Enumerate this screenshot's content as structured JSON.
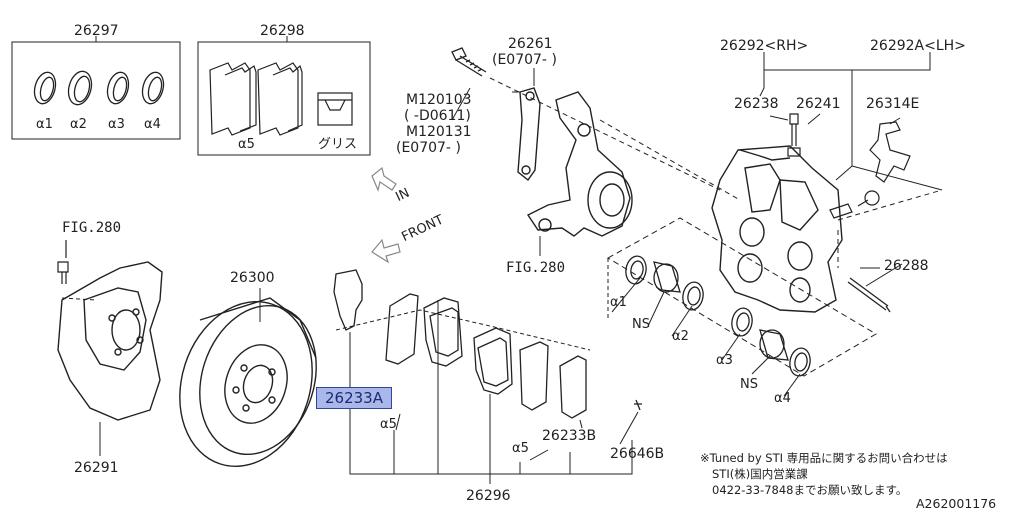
{
  "part_labels": {
    "p26297": "26297",
    "p26298": "26298",
    "p26261": "26261",
    "p26261_code": "(E0707- )",
    "bolt_code1": "M120103",
    "bolt_code2": "( -D0611)",
    "bolt_code3": "M120131",
    "bolt_code4": "(E0707- )",
    "p26292": "26292<RH>",
    "p26292a": "26292A<LH>",
    "p26238": "26238",
    "p26241": "26241",
    "p26314e": "26314E",
    "p26288": "26288",
    "p26300": "26300",
    "p26291": "26291",
    "p26296": "26296",
    "p26233b": "26233B",
    "p26646b": "26646B",
    "fig280_a": "FIG.280",
    "fig280_b": "FIG.280"
  },
  "highlighted_part": "26233A",
  "kit_labels": {
    "a1": "α1",
    "a2": "α2",
    "a3": "α3",
    "a4": "α4",
    "a5": "α5",
    "grease": "グリス",
    "a5_mid": "α5",
    "a5_right": "α5",
    "a1_cal": "α1",
    "a2_cal": "α2",
    "a3_cal": "α3",
    "a4_cal": "α4",
    "ns1": "NS",
    "ns2": "NS"
  },
  "direction_labels": {
    "in": "IN",
    "front": "FRONT"
  },
  "note": {
    "line1": "※Tuned by STI 専用品に関するお問い合わせは",
    "line2": "STI(株)国内営業課",
    "line3": "0422-33-7848までお願い致します。"
  },
  "diagram_id": "A262001176"
}
